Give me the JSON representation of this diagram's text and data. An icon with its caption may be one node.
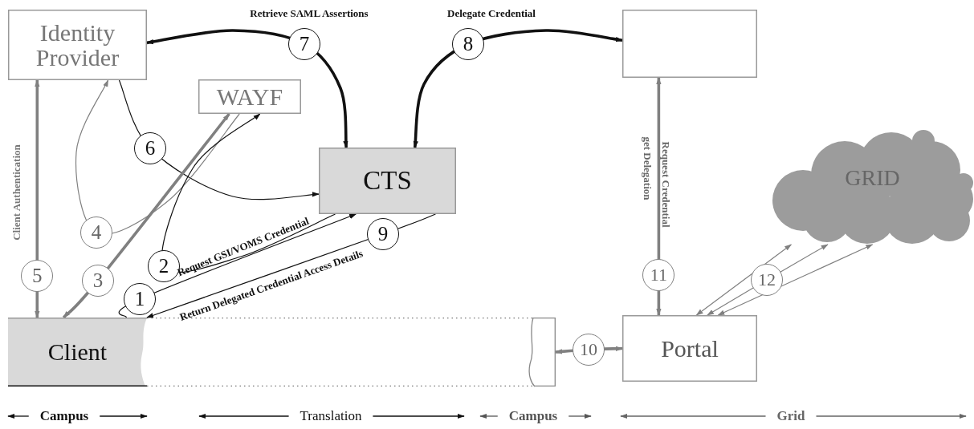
{
  "diagram": {
    "nodes": [
      {
        "text": [
          "Identity Provider"
        ]
      },
      {
        "text": [
          "WAYF"
        ]
      },
      {
        "text": [
          "CTS"
        ]
      },
      {
        "text": [],
        "shape": "box"
      },
      {
        "text": [
          "Client"
        ]
      },
      {
        "text": [],
        "shape": "band"
      },
      {
        "text": [
          "Portal"
        ]
      },
      {
        "text": [
          "GRID"
        ]
      }
    ],
    "edges": [
      {
        "from": 0,
        "to": 2,
        "arrow": "both",
        "label": "7",
        "style": "thick",
        "color": "#111111"
      },
      {
        "from": 2,
        "to": 3,
        "arrow": "both",
        "label": "8",
        "style": "thick",
        "color": "#111111"
      },
      {
        "from": 0,
        "to": 2,
        "arrow": "to",
        "label": "6",
        "color": "#111111"
      },
      {
        "from": 1,
        "to": 0,
        "arrow": "to",
        "label": "4",
        "color": "#808080"
      },
      {
        "from": 4,
        "to": 1,
        "arrow": "both",
        "label": "3",
        "style": "thick",
        "color": "#808080"
      },
      {
        "from": 2,
        "to": 1,
        "arrow": "to",
        "label": "2",
        "color": "#111111"
      },
      {
        "from": 4,
        "to": 0,
        "arrow": "both",
        "label": "5",
        "style": "thick",
        "color": "#808080"
      },
      {
        "from": 4,
        "to": 2,
        "arrow": "to",
        "label": "1",
        "color": "#111111"
      },
      {
        "from": 2,
        "to": 4,
        "arrow": "to",
        "label": "9",
        "color": "#111111"
      },
      {
        "from": 5,
        "to": 6,
        "arrow": "both",
        "label": "10",
        "style": "thick",
        "color": "#808080"
      },
      {
        "from": 6,
        "to": 3,
        "arrow": "both",
        "label": "11",
        "style": "thick",
        "color": "#808080"
      },
      {
        "from": 6,
        "to": 7,
        "arrow": "both",
        "color": "#808080"
      },
      {
        "from": 6,
        "to": 7,
        "arrow": "both",
        "label": "12",
        "color": "#808080"
      },
      {
        "from": 6,
        "to": 7,
        "arrow": "both",
        "color": "#808080"
      }
    ],
    "labels": [
      "Retrieve SAML Assertions",
      "Delegate Credential",
      "Client Authentication",
      "get Delegation",
      "Request Credential",
      "Request GSI/VOMS Credential",
      "Return Delegated Credential Access Details",
      "Campus",
      "Translation",
      "Campus",
      "Grid"
    ]
  }
}
